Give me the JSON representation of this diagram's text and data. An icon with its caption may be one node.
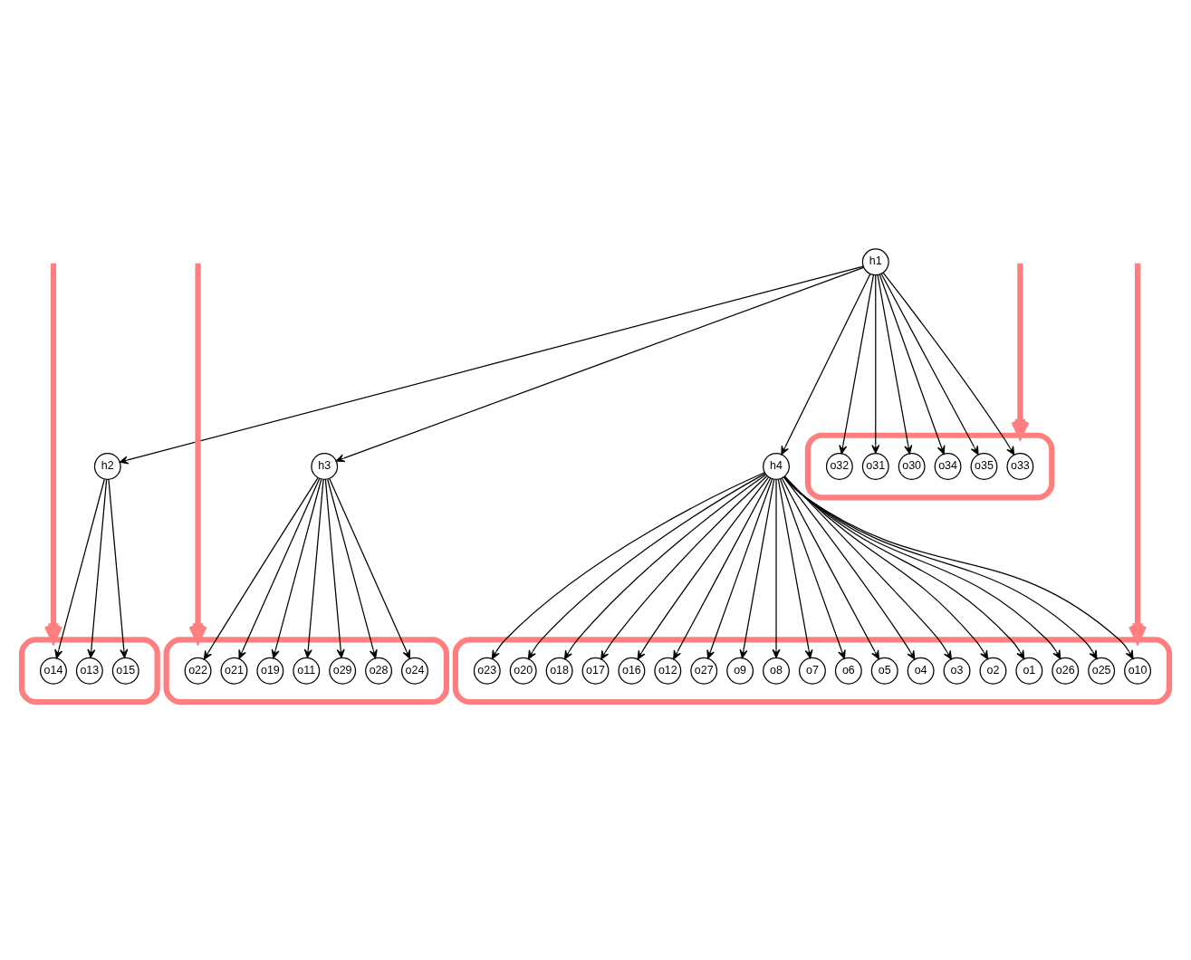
{
  "diagram": {
    "nodes": [
      {
        "text": [
          "h1"
        ]
      },
      {
        "text": [
          "h2"
        ]
      },
      {
        "text": [
          "h3"
        ]
      },
      {
        "text": [
          "h4"
        ]
      },
      {
        "text": [],
        "shape": "box"
      },
      {
        "text": [
          "o30"
        ],
        "in": 4
      },
      {
        "text": [
          "o31"
        ],
        "in": 4
      },
      {
        "text": [
          "o32"
        ],
        "in": 4
      },
      {
        "text": [
          "o33"
        ],
        "in": 4
      },
      {
        "text": [
          "o34"
        ],
        "in": 4
      },
      {
        "text": [
          "o35"
        ],
        "in": 4
      },
      {
        "text": [],
        "shape": "box"
      },
      {
        "text": [
          "o13"
        ],
        "in": 11
      },
      {
        "text": [
          "o14"
        ],
        "in": 11
      },
      {
        "text": [
          "o15"
        ],
        "in": 11
      },
      {
        "text": [],
        "shape": "box"
      },
      {
        "text": [
          "o11"
        ],
        "in": 15
      },
      {
        "text": [
          "o19"
        ],
        "in": 15
      },
      {
        "text": [
          "o21"
        ],
        "in": 15
      },
      {
        "text": [
          "o22"
        ],
        "in": 15
      },
      {
        "text": [
          "o24"
        ],
        "in": 15
      },
      {
        "text": [
          "o28"
        ],
        "in": 15
      },
      {
        "text": [
          "o29"
        ],
        "in": 15
      },
      {
        "text": [],
        "shape": "box"
      },
      {
        "text": [
          "o1"
        ],
        "in": 23
      },
      {
        "text": [
          "o2"
        ],
        "in": 23
      },
      {
        "text": [
          "o3"
        ],
        "in": 23
      },
      {
        "text": [
          "o4"
        ],
        "in": 23
      },
      {
        "text": [
          "o5"
        ],
        "in": 23
      },
      {
        "text": [
          "o6"
        ],
        "in": 23
      },
      {
        "text": [
          "o7"
        ],
        "in": 23
      },
      {
        "text": [
          "o8"
        ],
        "in": 23
      },
      {
        "text": [
          "o9"
        ],
        "in": 23
      },
      {
        "text": [
          "o10"
        ],
        "in": 23
      },
      {
        "text": [
          "o12"
        ],
        "in": 23
      },
      {
        "text": [
          "o16"
        ],
        "in": 23
      },
      {
        "text": [
          "o17"
        ],
        "in": 23
      },
      {
        "text": [
          "o18"
        ],
        "in": 23
      },
      {
        "text": [
          "o20"
        ],
        "in": 23
      },
      {
        "text": [
          "o23"
        ],
        "in": 23
      },
      {
        "text": [
          "o25"
        ],
        "in": 23
      },
      {
        "text": [
          "o26"
        ],
        "in": 23
      },
      {
        "text": [
          "o27"
        ],
        "in": 23
      }
    ],
    "edges": [
      {
        "from": 0,
        "to": 1,
        "arrow": "to"
      },
      {
        "from": 0,
        "to": 2,
        "arrow": "to"
      },
      {
        "from": 0,
        "to": 3,
        "arrow": "to"
      },
      {
        "from": 0,
        "to": 5,
        "arrow": "to"
      },
      {
        "from": 0,
        "to": 6,
        "arrow": "to"
      },
      {
        "from": 0,
        "to": 7,
        "arrow": "to"
      },
      {
        "from": 0,
        "to": 8,
        "arrow": "to"
      },
      {
        "from": 0,
        "to": 9,
        "arrow": "to"
      },
      {
        "from": 0,
        "to": 10,
        "arrow": "to"
      },
      {
        "from": 1,
        "to": 12,
        "arrow": "to"
      },
      {
        "from": 1,
        "to": 13,
        "arrow": "to"
      },
      {
        "from": 1,
        "to": 14,
        "arrow": "to"
      },
      {
        "from": 2,
        "to": 16,
        "arrow": "to"
      },
      {
        "from": 2,
        "to": 17,
        "arrow": "to"
      },
      {
        "from": 2,
        "to": 18,
        "arrow": "to"
      },
      {
        "from": 2,
        "to": 19,
        "arrow": "to"
      },
      {
        "from": 2,
        "to": 20,
        "arrow": "to"
      },
      {
        "from": 2,
        "to": 21,
        "arrow": "to"
      },
      {
        "from": 2,
        "to": 22,
        "arrow": "to"
      },
      {
        "from": 3,
        "to": 24,
        "arrow": "to"
      },
      {
        "from": 3,
        "to": 25,
        "arrow": "to"
      },
      {
        "from": 3,
        "to": 26,
        "arrow": "to"
      },
      {
        "from": 3,
        "to": 27,
        "arrow": "to"
      },
      {
        "from": 3,
        "to": 28,
        "arrow": "to"
      },
      {
        "from": 3,
        "to": 29,
        "arrow": "to"
      },
      {
        "from": 3,
        "to": 30,
        "arrow": "to"
      },
      {
        "from": 3,
        "to": 31,
        "arrow": "to"
      },
      {
        "from": 3,
        "to": 32,
        "arrow": "to"
      },
      {
        "from": 3,
        "to": 33,
        "arrow": "to"
      },
      {
        "from": 3,
        "to": 34,
        "arrow": "to"
      },
      {
        "from": 3,
        "to": 35,
        "arrow": "to"
      },
      {
        "from": 3,
        "to": 36,
        "arrow": "to"
      },
      {
        "from": 3,
        "to": 37,
        "arrow": "to"
      },
      {
        "from": 3,
        "to": 38,
        "arrow": "to"
      },
      {
        "from": 3,
        "to": 39,
        "arrow": "to"
      },
      {
        "from": 3,
        "to": 40,
        "arrow": "to"
      },
      {
        "from": 3,
        "to": 41,
        "arrow": "to"
      },
      {
        "from": 3,
        "to": 42,
        "arrow": "to"
      },
      {
        "from": null,
        "to": 4,
        "arrow": "to",
        "style": "thick",
        "color": "#ff7f7f"
      },
      {
        "from": null,
        "to": 11,
        "arrow": "to",
        "style": "thick",
        "color": "#ff7f7f"
      },
      {
        "from": null,
        "to": 15,
        "arrow": "to",
        "style": "thick",
        "color": "#ff7f7f"
      },
      {
        "from": null,
        "to": 23,
        "arrow": "to",
        "style": "thick",
        "color": "#ff7f7f"
      }
    ]
  }
}
